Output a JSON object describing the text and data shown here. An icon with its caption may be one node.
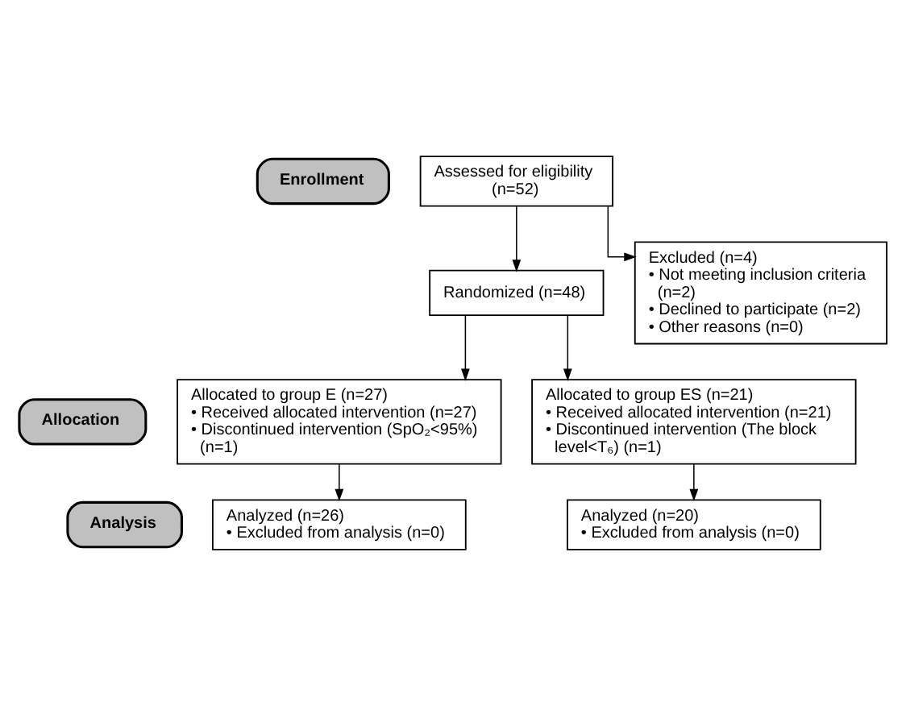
{
  "diagram": {
    "nodes": [
      {
        "text": [
          "Enrollment"
        ]
      },
      {
        "text": [
          "Assessed for eligibility (n=52)"
        ]
      },
      {
        "text": [
          "Excluded (n=4)",
          "• Not meeting inclusion criteria (n=2)",
          "• Declined to participate (n=2)",
          "• Other reasons (n=0)"
        ]
      },
      {
        "text": [
          "Randomized (n=48)"
        ]
      },
      {
        "text": [
          "Allocation"
        ]
      },
      {
        "text": [
          "Allocated to group E (n=27)",
          "• Received allocated intervention (n=27)",
          "• Discontinued intervention (SpO₂<95%) (n=1)"
        ]
      },
      {
        "text": [
          "Allocated to group ES (n=21)",
          "• Received allocated intervention (n=21)",
          "• Discontinued intervention (The block level<T₆) (n=1)"
        ]
      },
      {
        "text": [
          "Analysis"
        ]
      },
      {
        "text": [
          "Analyzed (n=26)",
          "• Excluded from analysis (n=0)"
        ]
      },
      {
        "text": [
          "Analyzed (n=20)",
          "• Excluded from analysis (n=0)"
        ]
      }
    ],
    "edges": [
      {
        "from": 1,
        "to": 3,
        "arrow": "to"
      },
      {
        "from": 1,
        "to": 2,
        "arrow": "to"
      },
      {
        "from": 3,
        "to": 5,
        "arrow": "to"
      },
      {
        "from": 3,
        "to": 6,
        "arrow": "to"
      },
      {
        "from": 5,
        "to": 8,
        "arrow": "to"
      },
      {
        "from": 6,
        "to": 9,
        "arrow": "to"
      }
    ]
  }
}
